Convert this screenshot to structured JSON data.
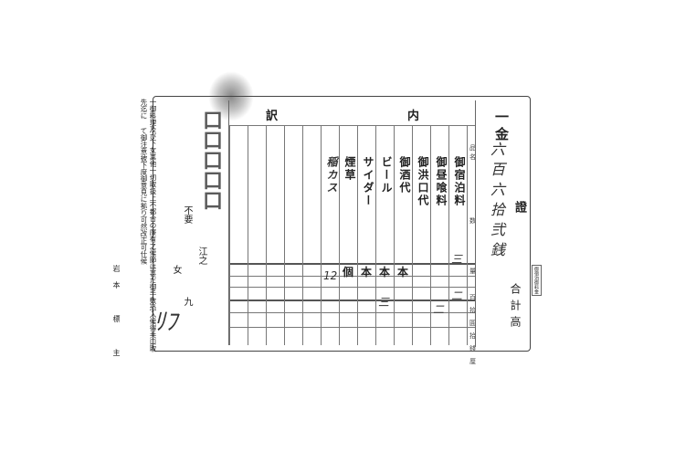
{
  "header": {
    "title_left": "訳",
    "title_right": "内"
  },
  "receipt": {
    "amount_prefix": "一金",
    "amount_handwritten": "六百六拾弐銭",
    "label_proof": "證",
    "total_label": "合計高"
  },
  "items": [
    {
      "name": "御宿泊料",
      "unit": ""
    },
    {
      "name": "御昼喰料",
      "unit": ""
    },
    {
      "name": "御洪口代",
      "unit": ""
    },
    {
      "name": "御酒代",
      "unit": "本"
    },
    {
      "name": "ビール",
      "unit": "本"
    },
    {
      "name": "サイダー",
      "unit": "本"
    },
    {
      "name": "煙草",
      "unit": "個"
    },
    {
      "name": "稲カス",
      "unit": ""
    }
  ],
  "column_labels": {
    "item": "品名",
    "qty1": "数",
    "qty2": "量",
    "amount": [
      "百",
      "拾",
      "圓",
      "拾",
      "錢",
      "厘"
    ]
  },
  "amounts_handwritten": [
    "三",
    "二",
    "二",
    "三",
    "12"
  ],
  "notice": "一御料理及び下女其他一切取扱上不都合の廉有之候節は甚だ御手数恐入候得共口取先迄に て御注意被下度御意見に拠り可然改正可仕候",
  "proprietor": "岩本 標 主",
  "stamp": {
    "line1": "不要",
    "line2": "江之",
    "line3": "九",
    "line4": "女"
  },
  "side_stamp": "御宿泊御料金"
}
